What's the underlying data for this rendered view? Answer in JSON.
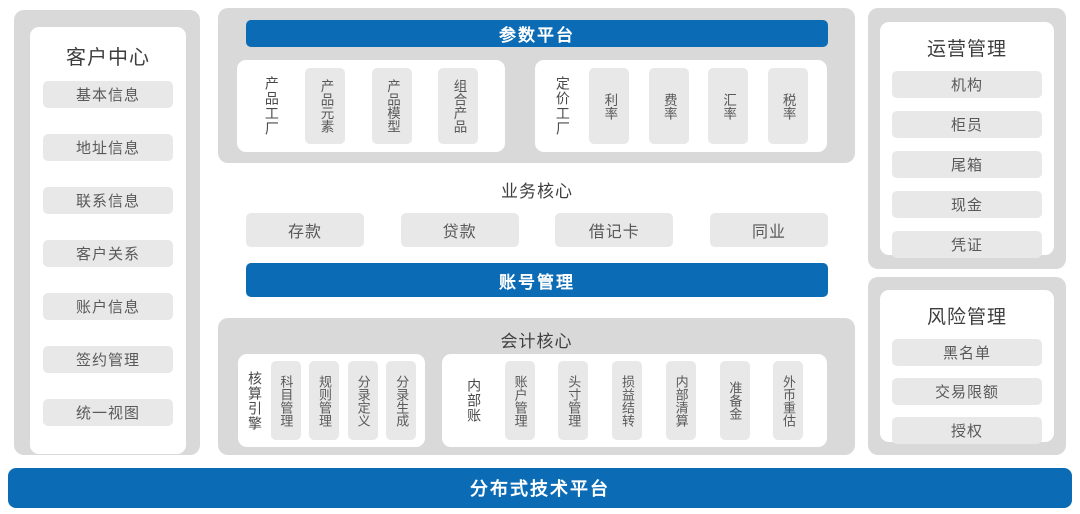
{
  "colors": {
    "accent_blue": "#0b6cb5",
    "panel_gray": "#d9d9d9",
    "button_gray": "#e8e8e8",
    "title_text": "#3e3e3e",
    "button_text": "#595959"
  },
  "customer_center": {
    "title": "客户中心",
    "items": [
      "基本信息",
      "地址信息",
      "联系信息",
      "客户关系",
      "账户信息",
      "签约管理",
      "统一视图"
    ]
  },
  "parameter_platform": {
    "title": "参数平台",
    "groups": [
      {
        "label": "产品工厂",
        "items": [
          "产品元素",
          "产品模型",
          "组合产品"
        ]
      },
      {
        "label": "定价工厂",
        "items": [
          "利率",
          "费率",
          "汇率",
          "税率"
        ]
      }
    ]
  },
  "business_core": {
    "title": "业务核心",
    "items": [
      "存款",
      "贷款",
      "借记卡",
      "同业"
    ]
  },
  "account_management": {
    "title": "账号管理"
  },
  "accounting_core": {
    "title": "会计核心",
    "groups": [
      {
        "label": "核算引擎",
        "items": [
          "科目管理",
          "规则管理",
          "分录定义",
          "分录生成"
        ]
      },
      {
        "label": "内部账",
        "items": [
          "账户管理",
          "头寸管理",
          "损益结转",
          "内部清算",
          "准备金",
          "外币重估"
        ]
      }
    ]
  },
  "operations_management": {
    "title": "运营管理",
    "items": [
      "机构",
      "柜员",
      "尾箱",
      "现金",
      "凭证"
    ]
  },
  "risk_management": {
    "title": "风险管理",
    "items": [
      "黑名单",
      "交易限额",
      "授权"
    ]
  },
  "tech_platform": {
    "title": "分布式技术平台"
  }
}
